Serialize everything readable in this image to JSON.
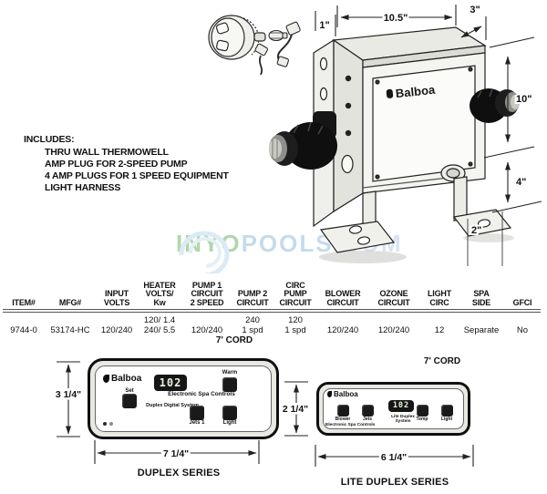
{
  "includes": {
    "title": "INCLUDES:",
    "items": [
      "THRU WALL THERMOWELL",
      "AMP PLUG FOR 2-SPEED PUMP",
      "4 AMP PLUGS FOR 1 SPEED EQUIPMENT",
      "LIGHT HARNESS"
    ]
  },
  "watermark": {
    "inyo": "INYO",
    "pools": "POOLS",
    "com": ".COM"
  },
  "diagram": {
    "brand": "Balboa",
    "dim_flange": "1\"",
    "dim_width": "10.5\"",
    "dim_depth": "3\"",
    "dim_height": "10\"",
    "dim_bracket": "4\"",
    "dim_foot": "2\""
  },
  "table": {
    "columns": [
      {
        "header": "ITEM#",
        "value": "9744-0"
      },
      {
        "header": "MFG#",
        "value": "53174-HC"
      },
      {
        "header": "INPUT\nVOLTS",
        "value": "120/240"
      },
      {
        "header": "HEATER\nVOLTS/\nKw",
        "value": "120/ 1.4\n240/ 5.5"
      },
      {
        "header": "PUMP 1\nCIRCUIT\n2 SPEED",
        "value": "120/240"
      },
      {
        "header": "PUMP 2\nCIRCUIT",
        "value": "240\n1 spd"
      },
      {
        "header": "CIRC\nPUMP\nCIRCUIT",
        "value": "120\n1 spd"
      },
      {
        "header": "BLOWER\nCIRCUIT",
        "value": "120/240"
      },
      {
        "header": "OZONE\nCIRCUIT",
        "value": "120/240"
      },
      {
        "header": "LIGHT\nCIRC",
        "value": "12"
      },
      {
        "header": "SPA\nSIDE",
        "value": "Separate"
      },
      {
        "header": "GFCI",
        "value": "No"
      }
    ]
  },
  "duplex": {
    "cord": "7' CORD",
    "brand": "Balboa",
    "display": "102",
    "subtitle": "Electronic Spa Controls",
    "system": "Duplex Digital System",
    "btn_set": "Set",
    "btn_warm": "Warm",
    "btn_jets": "Jets 1",
    "btn_light": "Light",
    "dim_height": "3 1/4\"",
    "dim_width": "7 1/4\"",
    "series": "DUPLEX SERIES"
  },
  "lite": {
    "cord": "7' CORD",
    "brand": "Balboa",
    "display": "102",
    "subtitle": "Electronic Spa Controls",
    "system": "Lite Duplex\nSystem",
    "btn_blower": "Blower",
    "btn_jets": "Jets",
    "btn_temp": "Temp",
    "btn_light": "Light",
    "dim_height": "2 1/4\"",
    "dim_width": "6 1/4\"",
    "series": "LITE DUPLEX SERIES"
  }
}
